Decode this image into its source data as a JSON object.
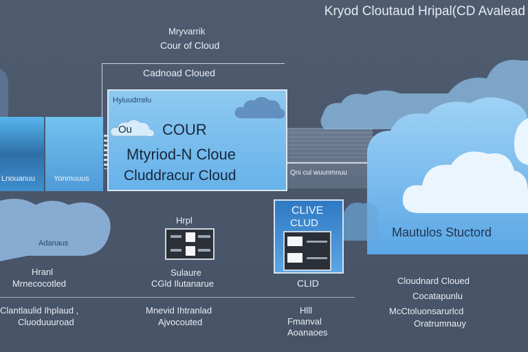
{
  "header": {
    "title": "Kryod Cloutaud Hripal(CD Avalead"
  },
  "top_center": {
    "line1": "Mryvarrik",
    "line2": "Cour of Cloud"
  },
  "frame": {
    "label": "Cadnoad Cloued"
  },
  "main_panel": {
    "caption": "Hyiuudrrelu",
    "heading1": "COUR",
    "heading2": "Mtyriod-N Cloue",
    "heading3": "Cluddracur Cloud",
    "cloud_label": "Ou"
  },
  "left_sky": {
    "label1": "Lnouanuu",
    "label2": "Yonmuuus"
  },
  "right_strip": {
    "label": "Qni cul wuunmnuu"
  },
  "left_cloud": {
    "label": "Adanaus",
    "line1": "Hranl",
    "line2": "Mrnecocotled"
  },
  "center_server": {
    "title": "Hrpl",
    "line1": "Sulaure",
    "line2": "CGld Ilutanarue"
  },
  "right_server": {
    "title1": "CLIVE",
    "title2": "CLUD",
    "caption": "CLID"
  },
  "big_cloud": {
    "label": "Mautulos Stuctord"
  },
  "right_text": {
    "line1": "Cloudnard Cloued",
    "line2": "Cocatapunlu",
    "line3": "McCtoluonsarurlcd",
    "line4": "Oratrumnauy"
  },
  "bottom": {
    "left1": "Clantlaulid Ihplaud ,",
    "left2": "Cluoduuuroad",
    "center1": "Mnevid Ihtranlad",
    "center2": "Ajvocouted",
    "right1": "Hlll",
    "right2": "Fmanval",
    "right3": "Aoanaoes"
  },
  "colors": {
    "background": "#4f5c70",
    "panel": "#7cc0ee",
    "cloud": "#8fc8ef",
    "frame": "#cfd8e3"
  }
}
